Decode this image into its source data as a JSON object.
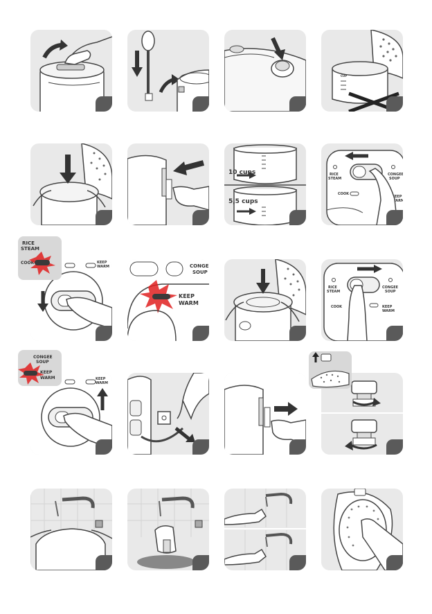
{
  "colors": {
    "panel_bg": "#e9e9e9",
    "badge": "#5a5a5a",
    "line": "#444444",
    "indicator_red": "#e02020",
    "arrow": "#333333"
  },
  "labels": {
    "rice_steam": "RICE STEAM",
    "rice_steam_l1": "RICE",
    "rice_steam_l2": "STEAM",
    "congee_soup_l1": "CONGEE",
    "congee_soup_l2": "SOUP",
    "cook": "COOK",
    "keep_warm_l1": "KEEP",
    "keep_warm_l2": "WARM",
    "cups_10": "10 cups",
    "cups_5_5": "5,5 cups",
    "cup": "CUP"
  }
}
